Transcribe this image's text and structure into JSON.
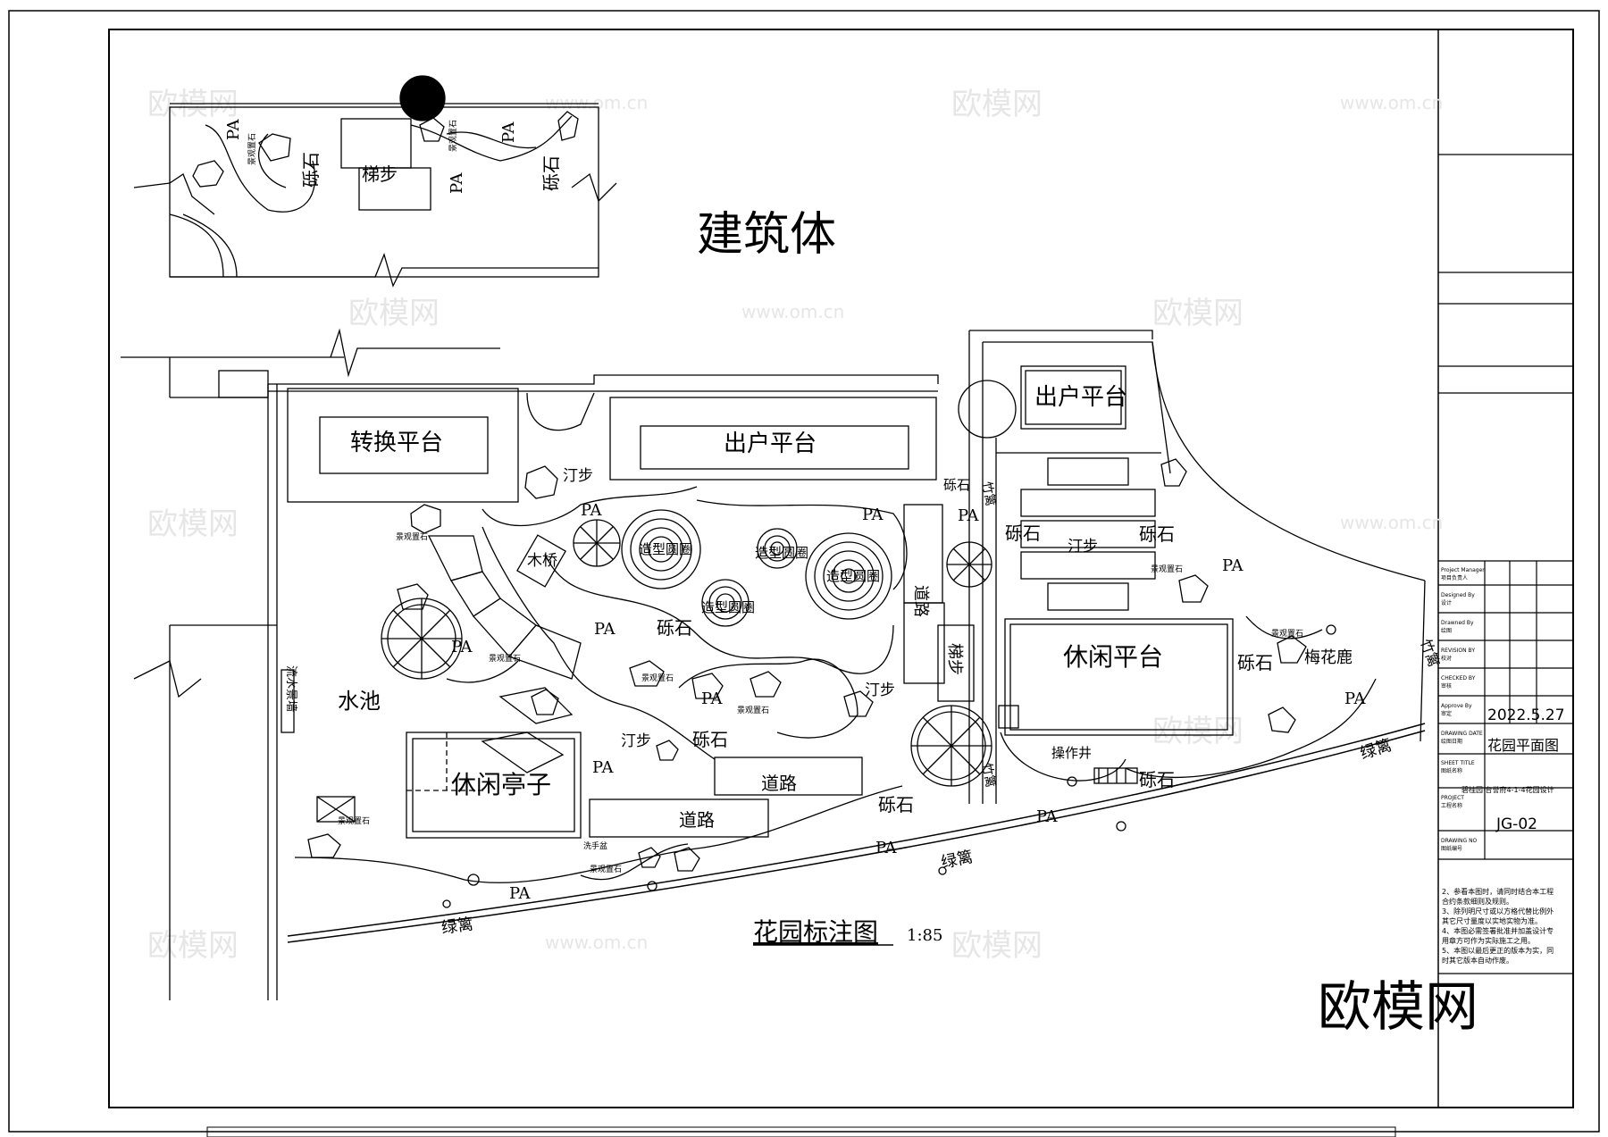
{
  "building_label": "建筑体",
  "plan_title": "花园标注图",
  "plan_scale": "1:85",
  "brand_watermark": "欧模网",
  "watermark_domain": "www.om.cn",
  "labels": {
    "pa": "PA",
    "gravel": "砾石",
    "stairs": "梯步",
    "stepping_stones": "汀步",
    "wood_bridge": "木桥",
    "feature_rock": "景观置石",
    "shaped_circle": "造型圆圈",
    "pool": "水池",
    "water_wall": "流水景墙",
    "road": "道路",
    "hedge": "绿篱",
    "bamboo": "竹篱",
    "operation_well": "操作井",
    "wash_basin": "洗手盆",
    "deer": "梅花鹿",
    "transfer_platform": "转换平台",
    "exit_platform_main": "出户平台",
    "exit_platform_side": "出户平台",
    "leisure_platform": "休闲平台",
    "leisure_pavilion": "休闲亭子"
  },
  "title_block": {
    "project_manager_en": "Project Manager",
    "project_manager_cn": "项目负责人",
    "designed_en": "Designed By",
    "designed_cn": "设计",
    "drawn_en": "Drawned By",
    "drawn_cn": "绘图",
    "revision_en": "REVISION BY",
    "revision_cn": "校对",
    "checked_en": "CHECKED BY",
    "checked_cn": "审核",
    "approved_en": "Approve By",
    "approved_cn": "审定",
    "date_en": "DRAWING DATE",
    "date_cn": "绘图日期",
    "date_value": "2022.5.27",
    "sheet_title_en": "SHEET TITLE",
    "sheet_title_cn": "图纸名称",
    "sheet_title_value": "花园平面图",
    "project_en": "PROJECT",
    "project_cn": "工程名称",
    "project_value": "碧桂园·台誉府4-1-4花园设计",
    "drawing_no_en": "DRAWING NO",
    "drawing_no_cn": "图纸编号",
    "drawing_no_value": "JG-02"
  },
  "notes": [
    "2、参看本图时，请同时结合本工程",
    "合约条款细则及规则。",
    "3、除列明尺寸或以方格代替比例外",
    "其它尺寸量度以实地实物为准。",
    "4、本图必需签署批准并加盖设计专",
    "用章方可作为实际施工之用。",
    "5、本图以最后更正的版本为实，同",
    "时其它版本自动作废。"
  ]
}
